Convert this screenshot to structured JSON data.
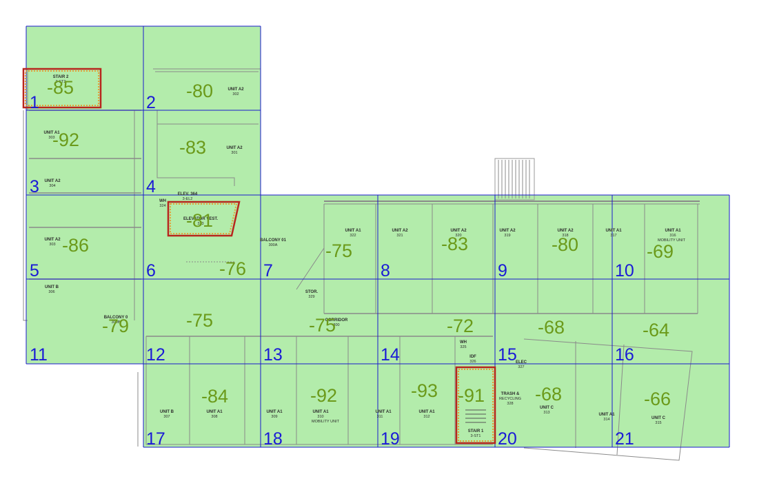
{
  "colors": {
    "coverage_fill": "#b3ecab",
    "grid_line": "#1a1acc",
    "cell_number": "#1a1ad6",
    "signal_value": "#6b9a1a",
    "highlight_border": "#b8261d",
    "highlight_inner": "#e2a038",
    "wall": "#8a8a8a"
  },
  "cells": [
    {
      "number": "1",
      "signal": "-85"
    },
    {
      "number": "2",
      "signal": "-80"
    },
    {
      "number": "3",
      "signal": "-92"
    },
    {
      "number": "4",
      "signal": "-83"
    },
    {
      "number": "5",
      "signal": "-86"
    },
    {
      "number": "6",
      "signal": "-81"
    },
    {
      "number": "7",
      "signal": "-76"
    },
    {
      "number": "8",
      "signal": "-75"
    },
    {
      "number": "9",
      "signal": "-83"
    },
    {
      "number": "10",
      "signal": "-80"
    },
    {
      "number": "11",
      "signal": "-69"
    },
    {
      "number": "12",
      "signal": "-79"
    },
    {
      "number": "13",
      "signal": "-75"
    },
    {
      "number": "14",
      "signal": "-75"
    },
    {
      "number": "15",
      "signal": "-72"
    },
    {
      "number": "16",
      "signal": "-68"
    },
    {
      "number": "17",
      "signal": "-64"
    },
    {
      "number": "18",
      "signal": "-84"
    },
    {
      "number": "19",
      "signal": "-92"
    },
    {
      "number": "20",
      "signal": "-93"
    },
    {
      "number": "21",
      "signal": "-91"
    },
    {
      "number": "",
      "signal": "-68"
    },
    {
      "number": "",
      "signal": "-66"
    }
  ],
  "rooms": [
    {
      "label": "STAIR 2",
      "sub": "3-ST2"
    },
    {
      "label": "UNIT A2",
      "sub": "302"
    },
    {
      "label": "UNIT A1",
      "sub": "303"
    },
    {
      "label": "UNIT A2",
      "sub": "301"
    },
    {
      "label": "UNIT A2",
      "sub": "304"
    },
    {
      "label": "ELEV. 364",
      "sub": "3-EL2"
    },
    {
      "label": "WH",
      "sub": "324"
    },
    {
      "label": "ELEVATOR VEST.",
      "sub": "323"
    },
    {
      "label": "UNIT A2",
      "sub": "303"
    },
    {
      "label": "BALCONY 01",
      "sub": "300A"
    },
    {
      "label": "UNIT A1",
      "sub": "322"
    },
    {
      "label": "UNIT A2",
      "sub": "321"
    },
    {
      "label": "UNIT A2",
      "sub": "320"
    },
    {
      "label": "UNIT A2",
      "sub": "319"
    },
    {
      "label": "UNIT A2",
      "sub": "318"
    },
    {
      "label": "UNIT A1",
      "sub": "317"
    },
    {
      "label": "UNIT A1",
      "sub": "316"
    },
    {
      "label": "MOBILITY UNIT",
      "sub": ""
    },
    {
      "label": "UNIT B",
      "sub": "306"
    },
    {
      "label": "BALCONY 0",
      "sub": "300B"
    },
    {
      "label": "STOR.",
      "sub": "329"
    },
    {
      "label": "CORRIDOR",
      "sub": "300"
    },
    {
      "label": "WH",
      "sub": "325"
    },
    {
      "label": "IDF",
      "sub": "326"
    },
    {
      "label": "ELEC",
      "sub": "327"
    },
    {
      "label": "UNIT B",
      "sub": "307"
    },
    {
      "label": "UNIT A1",
      "sub": "308"
    },
    {
      "label": "UNIT A1",
      "sub": "309"
    },
    {
      "label": "UNIT A1",
      "sub": "310"
    },
    {
      "label": "MOBILITY UNIT",
      "sub": ""
    },
    {
      "label": "UNIT A1",
      "sub": "311"
    },
    {
      "label": "UNIT A1",
      "sub": "312"
    },
    {
      "label": "STAIR 1",
      "sub": "3-ST1"
    },
    {
      "label": "TRASH &",
      "sub": "RECYCLING"
    },
    {
      "label": "328",
      "sub": ""
    },
    {
      "label": "UNIT C",
      "sub": "313"
    },
    {
      "label": "UNIT A1",
      "sub": "314"
    },
    {
      "label": "UNIT C",
      "sub": "315"
    }
  ]
}
